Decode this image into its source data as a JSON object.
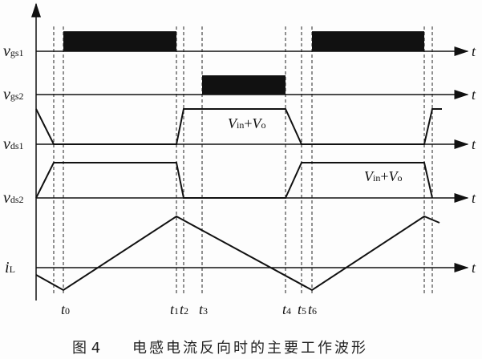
{
  "signals": [
    {
      "name": "v",
      "sub": "gs1"
    },
    {
      "name": "v",
      "sub": "gs2"
    },
    {
      "name": "v",
      "sub": "ds1"
    },
    {
      "name": "v",
      "sub": "ds2"
    },
    {
      "name": "i",
      "sub": "L"
    }
  ],
  "axis_label": "t",
  "annotations": [
    {
      "main": "V",
      "sub": "in",
      "plus": "+",
      "v2": "V",
      "sub2": "o"
    }
  ],
  "time_marks": [
    {
      "t": "t",
      "sub": "0"
    },
    {
      "t": "t",
      "sub": "1"
    },
    {
      "t": "t",
      "sub": "2"
    },
    {
      "t": "t",
      "sub": "3"
    },
    {
      "t": "t",
      "sub": "4"
    },
    {
      "t": "t",
      "sub": "5"
    },
    {
      "t": "t",
      "sub": "6"
    }
  ],
  "caption": {
    "fig": "图 4",
    "text": "电感电流反向时的主要工作波形"
  }
}
